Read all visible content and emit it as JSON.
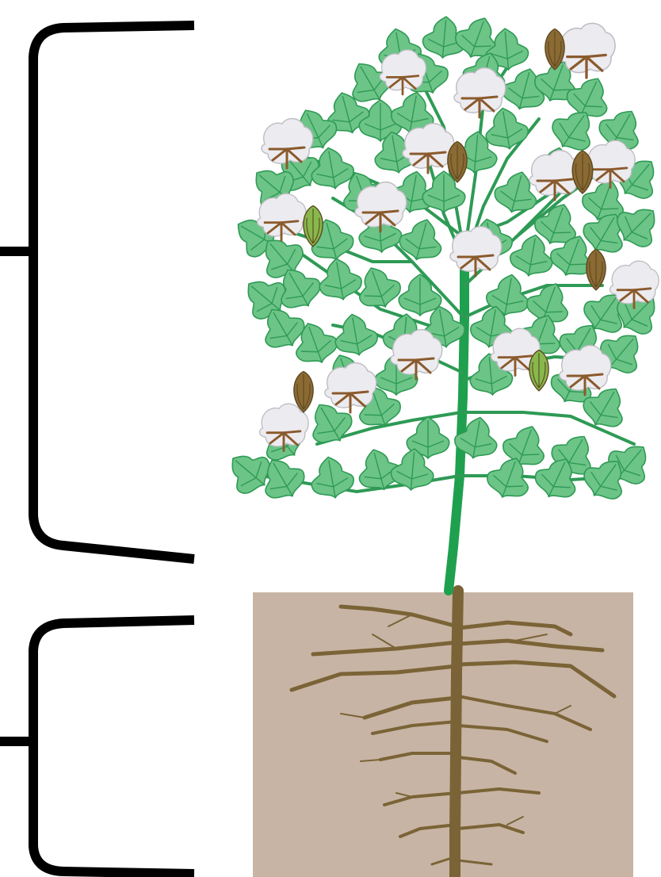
{
  "diagram": {
    "subject": "cotton plant",
    "parts": [
      {
        "id": "shoot-system",
        "bracket_label": ""
      },
      {
        "id": "root-system",
        "bracket_label": ""
      }
    ]
  },
  "colors": {
    "background": "#ffffff",
    "bracket": "#000000",
    "leaf_fill": "#6cc487",
    "leaf_vein": "#2f9a55",
    "stem": "#1fa04e",
    "branch": "#2e9a55",
    "boll_fiber": "#ecebef",
    "boll_bract": "#8a5a2c",
    "boll_closed_brown": "#8b6a33",
    "boll_closed_green": "#87b84c",
    "soil": "#c8b4a4",
    "root": "#7a6336"
  }
}
